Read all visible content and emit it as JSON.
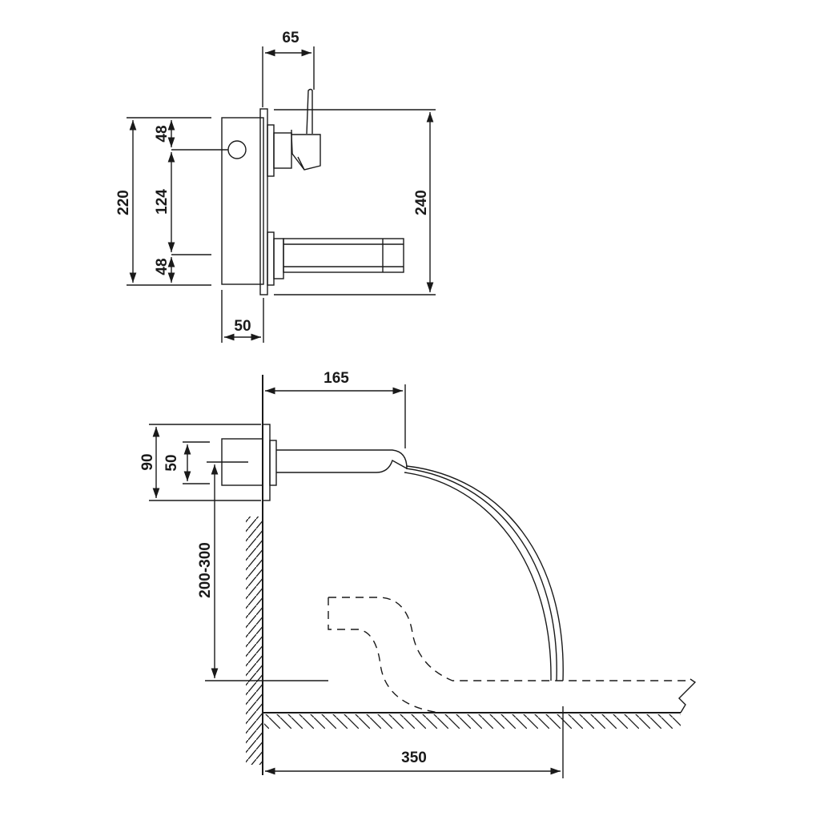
{
  "dimensions": {
    "top_view": {
      "width_lever": "65",
      "total_height": "220",
      "top_offset": "48",
      "center_spacing": "124",
      "bottom_offset": "48",
      "depth": "50",
      "overall_height": "240"
    },
    "side_view": {
      "spout_reach": "165",
      "plate_height": "90",
      "body_height": "50",
      "install_height": "200-300",
      "basin_distance": "350"
    }
  }
}
